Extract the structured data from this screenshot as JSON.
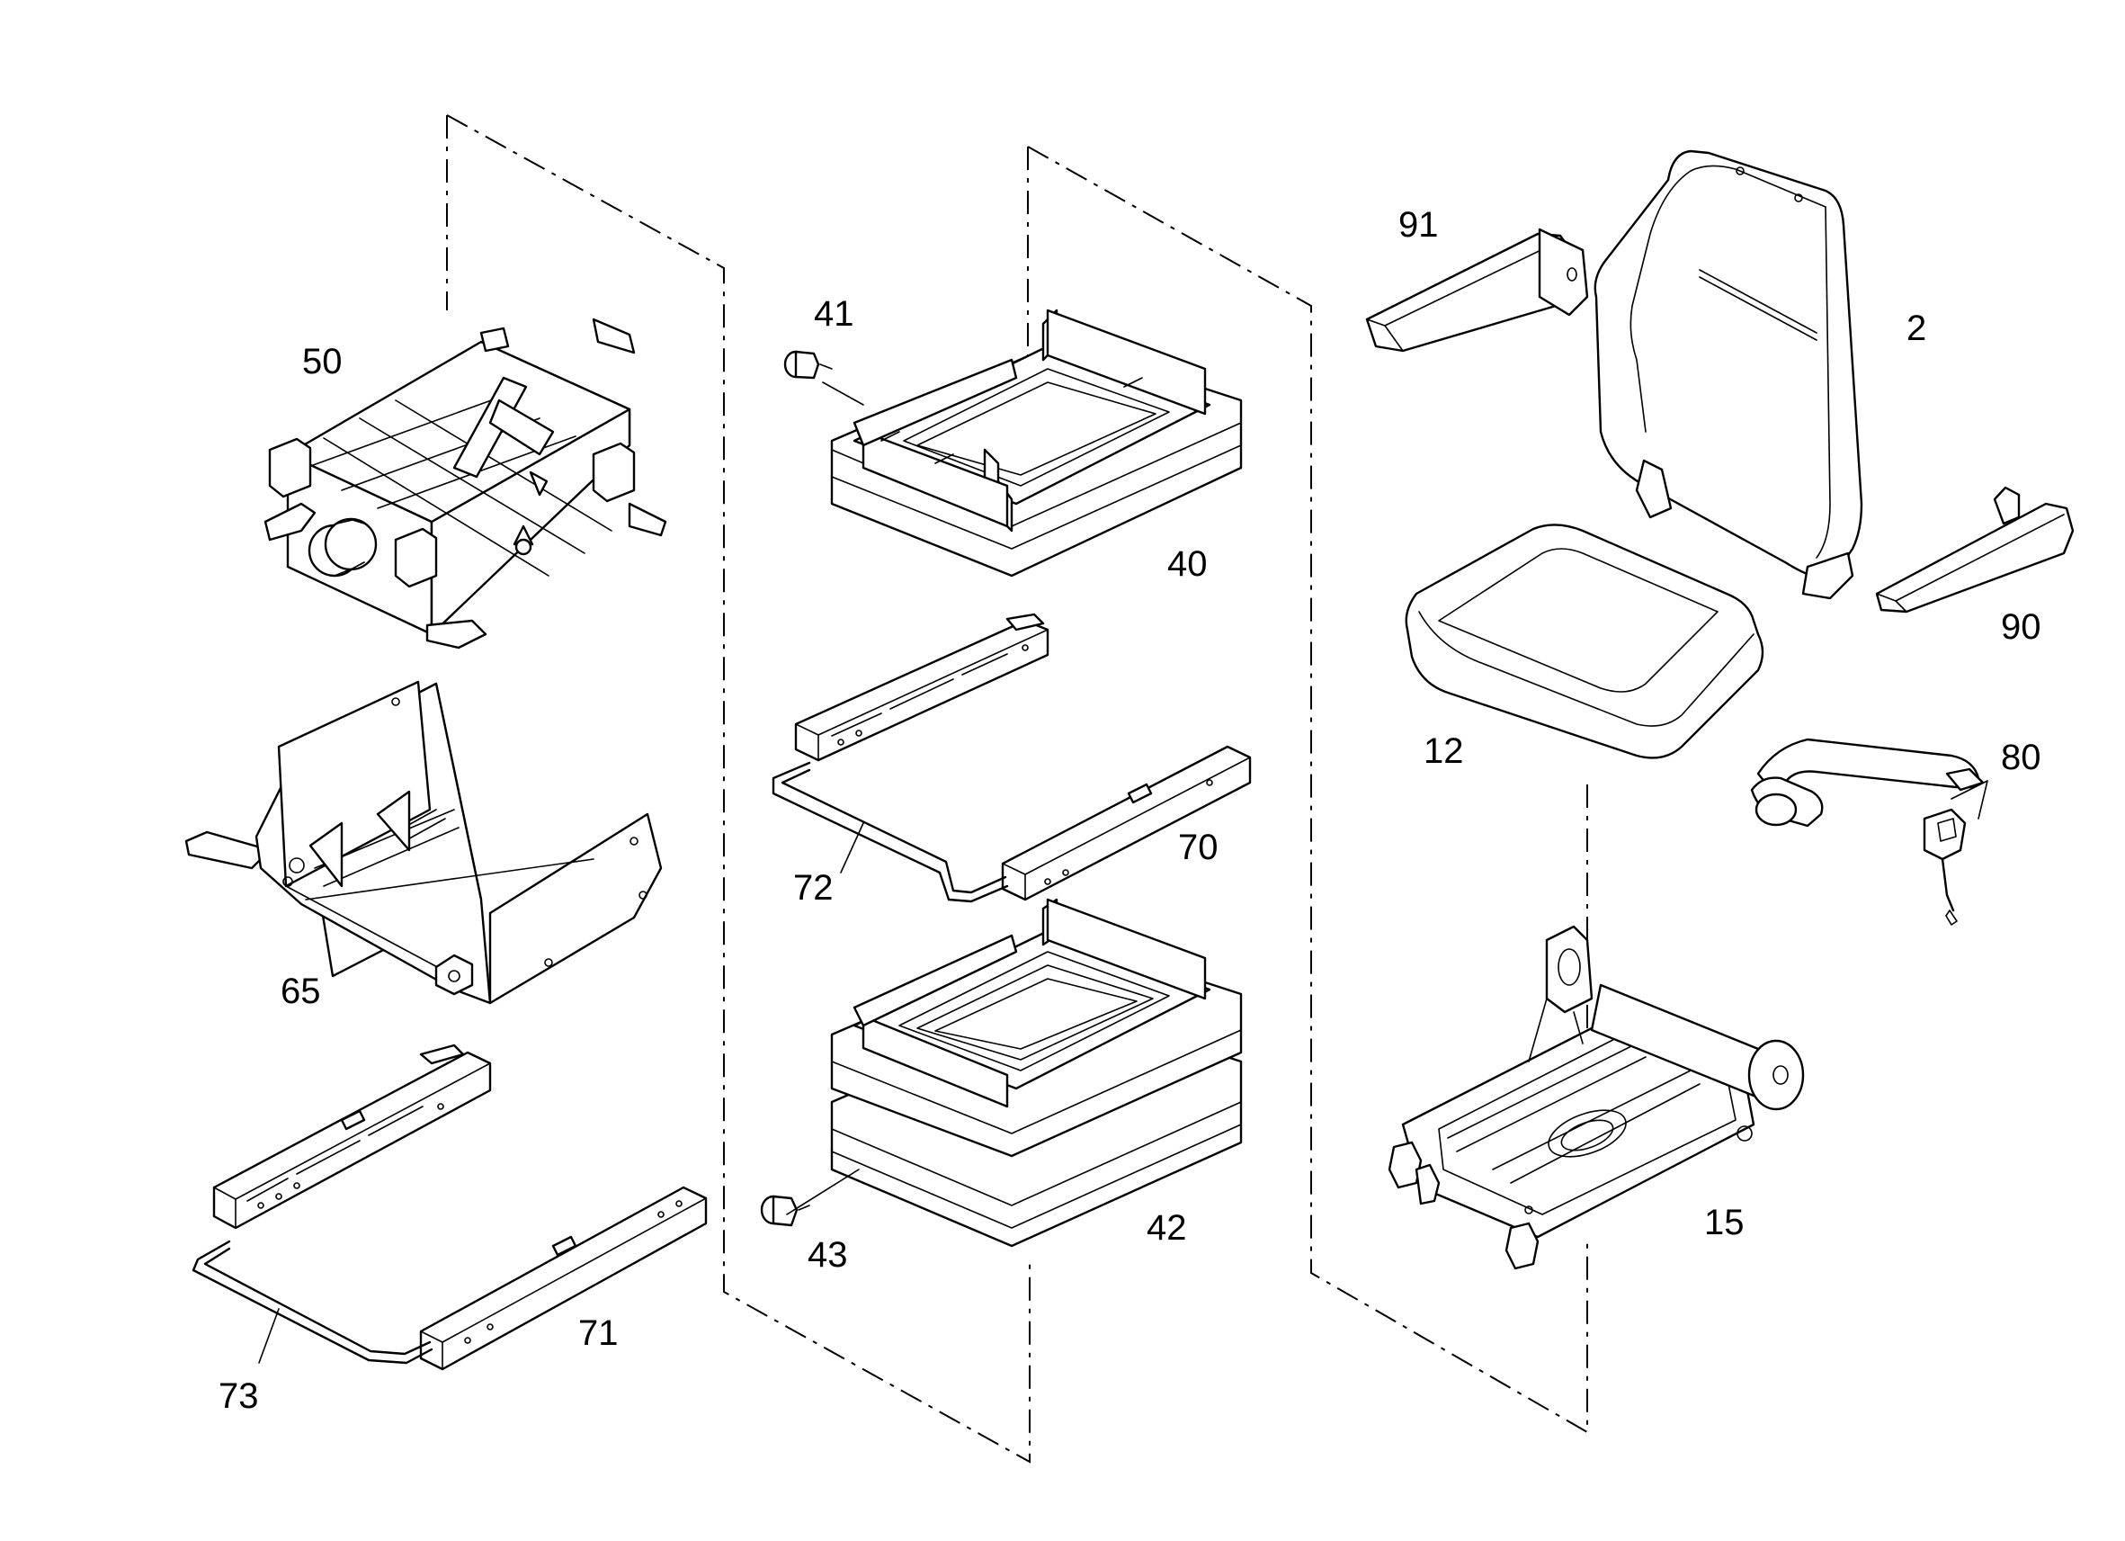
{
  "diagram": {
    "labels": {
      "p2": "2",
      "p12": "12",
      "p15": "15",
      "p40": "40",
      "p41": "41",
      "p42": "42",
      "p43": "43",
      "p50": "50",
      "p65": "65",
      "p70": "70",
      "p71": "71",
      "p72": "72",
      "p73": "73",
      "p80": "80",
      "p90": "90",
      "p91": "91"
    }
  }
}
